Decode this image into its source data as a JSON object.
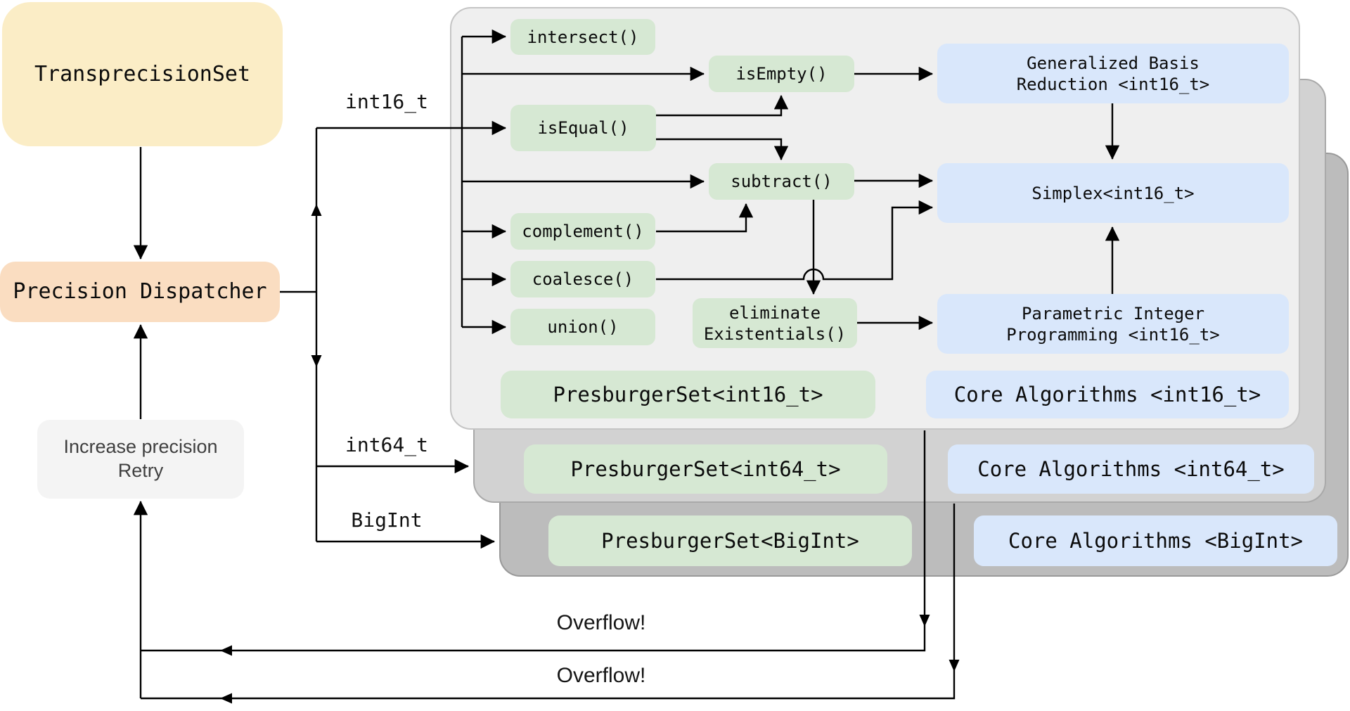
{
  "colors": {
    "yellow_box": "#FBEDC6",
    "peach_box": "#FADDC1",
    "gray_box": "#F4F4F4",
    "green_box": "#D6E8D3",
    "blue_box": "#D9E7FB",
    "panel_front": "#EFEFEF",
    "panel_front_border": "#C5C5C5",
    "panel_middle": "#D2D2D2",
    "panel_middle_border": "#A9A9A9",
    "panel_back": "#BCBCBC",
    "panel_back_border": "#999999",
    "line": "#000000"
  },
  "left_column": {
    "transprecision_set": "TransprecisionSet",
    "precision_dispatcher": "Precision Dispatcher",
    "increase_precision": "Increase precision\nRetry"
  },
  "dispatch": {
    "int16": "int16_t",
    "int64": "int64_t",
    "bigint": "BigInt"
  },
  "panel_int16": {
    "operations": {
      "intersect": "intersect()",
      "is_empty": "isEmpty()",
      "is_equal": "isEqual()",
      "subtract": "subtract()",
      "complement": "complement()",
      "coalesce": "coalesce()",
      "union": "union()",
      "eliminate_existentials": "eliminate\nExistentials()"
    },
    "presburger_set": "PresburgerSet<int16_t>",
    "core_algorithms": "Core Algorithms <int16_t>",
    "algorithms": {
      "generalized_basis_reduction": "Generalized Basis\nReduction <int16_t>",
      "simplex": "Simplex<int16_t>",
      "parametric_integer_programming": "Parametric Integer\nProgramming <int16_t>"
    }
  },
  "panel_int64": {
    "presburger_set": "PresburgerSet<int64_t>",
    "core_algorithms": "Core Algorithms <int64_t>"
  },
  "panel_bigint": {
    "presburger_set": "PresburgerSet<BigInt>",
    "core_algorithms": "Core Algorithms <BigInt>"
  },
  "overflow": {
    "first": "Overflow!",
    "second": "Overflow!"
  }
}
